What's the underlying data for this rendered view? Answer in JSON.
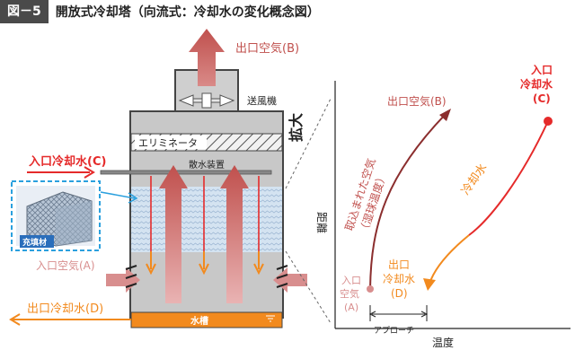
{
  "header": {
    "figure_number": "図－5",
    "title": "開放式冷却塔（向流式：冷却水の変化概念図）"
  },
  "tower": {
    "outlet_air": "出口空気(B)",
    "fan": "送風機",
    "eliminator": "エリミネータ",
    "inlet_water": "入口冷却水(C)",
    "sprinkler": "散水装置",
    "packing": "充填材",
    "inlet_air": "入口空気(A)",
    "outlet_water": "出口冷却水(D)",
    "basin": "水槽"
  },
  "graph": {
    "zoom_label": "拡大",
    "y_axis": "距離",
    "x_axis": "温度",
    "approach": "アプローチ",
    "air_curve_label_1": "取込まれた空気",
    "air_curve_label_2": "（湿球温度）",
    "water_curve_label": "冷却水",
    "point_A": [
      "入口",
      "空気",
      "(A)"
    ],
    "point_B": "出口空気(B)",
    "point_C": [
      "入口",
      "冷却水",
      "(C)"
    ],
    "point_D": [
      "出口",
      "冷却水",
      "(D)"
    ]
  },
  "colors": {
    "air": "#c0504d",
    "water_orange": "#f28a1e",
    "water_red": "#e52a2a",
    "inlet_air_pink": "#d88e8e",
    "tower_body": "#c8c8c8",
    "packing_blue": "#d4e3f1"
  }
}
